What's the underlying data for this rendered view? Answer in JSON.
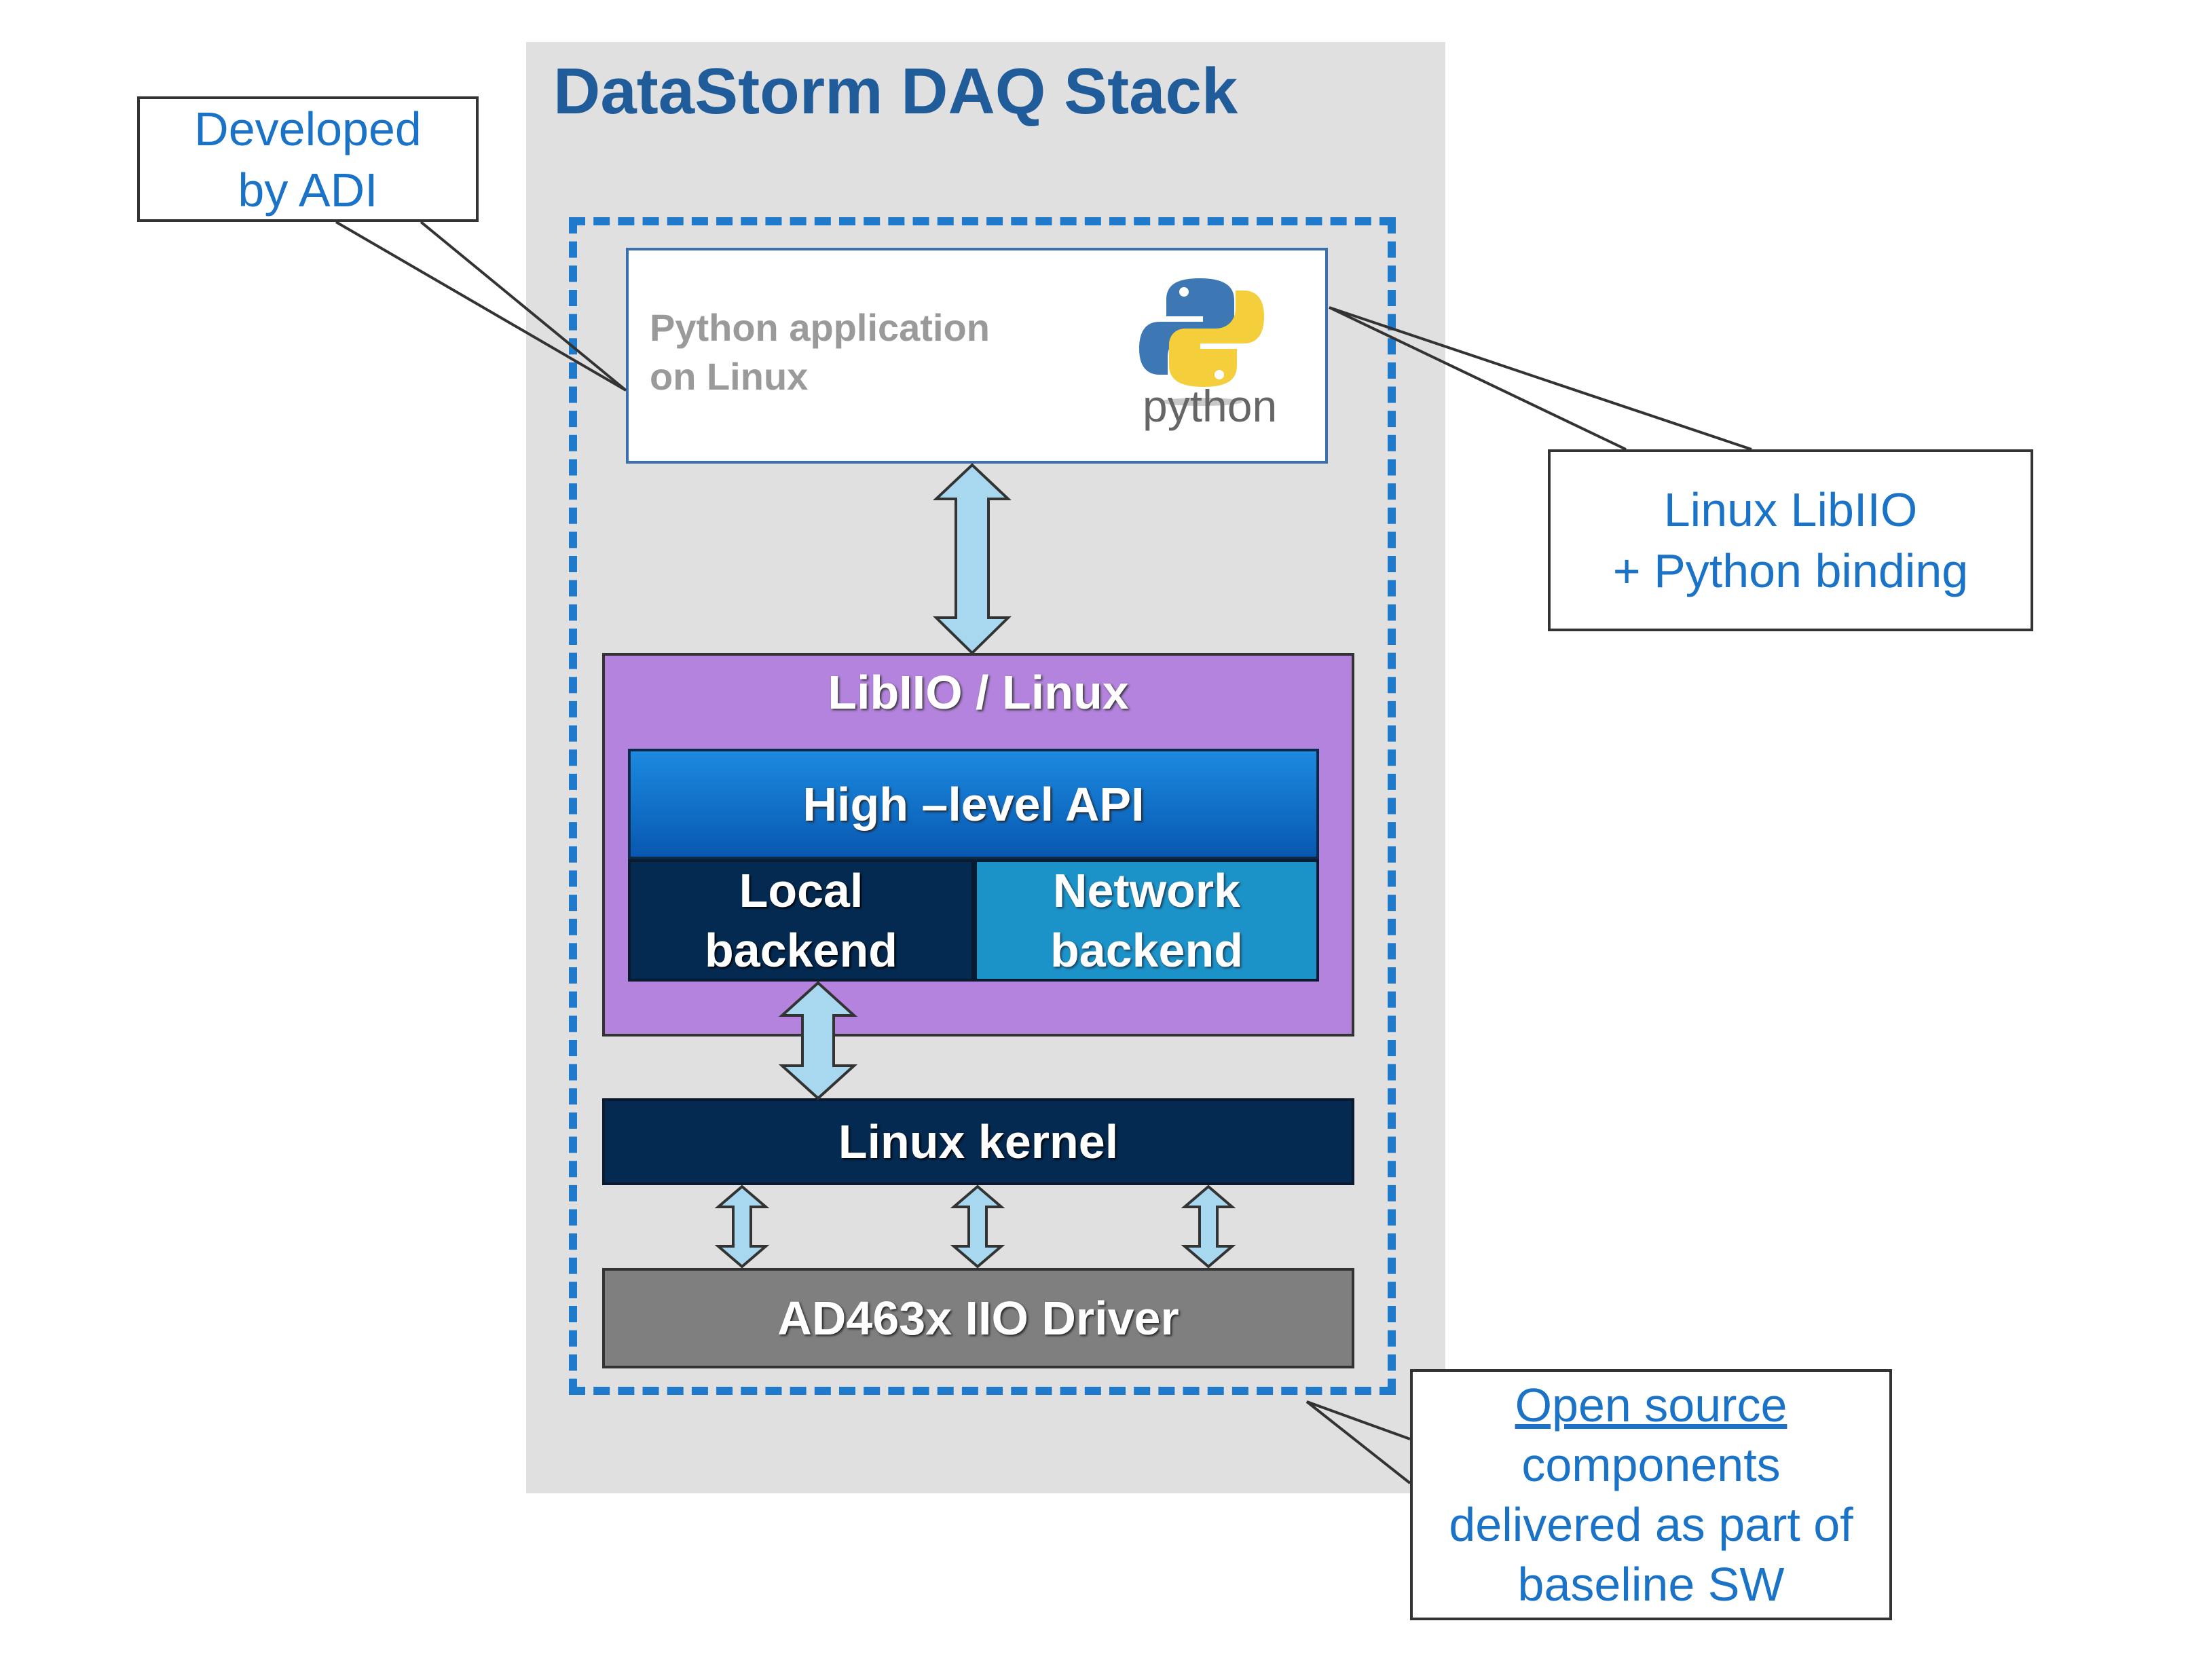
{
  "stack": {
    "title": "DataStorm DAQ Stack"
  },
  "app": {
    "line1": "Python application",
    "line2": "on Linux",
    "logo_text": "python"
  },
  "libiio": {
    "label": "LibIIO / Linux",
    "high_level_api": "High –level API",
    "local_backend": {
      "line1": "Local",
      "line2": "backend"
    },
    "network_backend": {
      "line1": "Network",
      "line2": "backend"
    }
  },
  "kernel": {
    "label": "Linux kernel"
  },
  "driver": {
    "label": "AD463x IIO Driver"
  },
  "callouts": {
    "developed_by": {
      "line1": "Developed",
      "line2": "by ADI"
    },
    "libiio_binding": {
      "line1": "Linux LibIIO",
      "line2": "+ Python binding"
    },
    "open_source": {
      "link": "Open source",
      "line2": "components",
      "line3": "delivered as part of",
      "line4": "baseline SW"
    }
  },
  "colors": {
    "title": "#1f5c99",
    "dashed_border": "#1f7acc",
    "libiio_fill": "#b383dd",
    "dark_navy": "#052a52",
    "network_blue": "#1c93c8",
    "driver_gray": "#7f7f7f",
    "arrow_fill": "#a8d8f0",
    "callout_text": "#1a73c7"
  },
  "icons": {
    "python_logo": "python-logo-icon"
  }
}
